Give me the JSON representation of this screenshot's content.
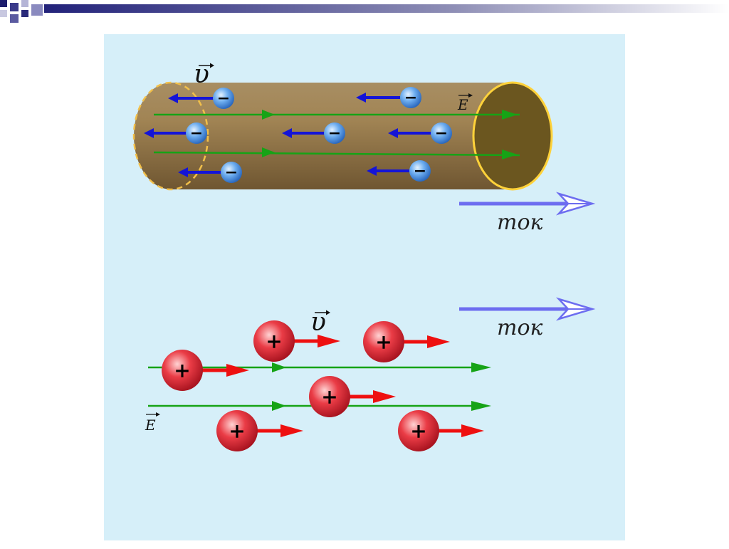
{
  "top": {
    "current_label": "ток",
    "velocity_label": "υ",
    "field_label": "E",
    "charge_sign": "−"
  },
  "bottom": {
    "current_label": "ток",
    "velocity_label": "υ",
    "field_label": "E",
    "charge_sign": "+"
  },
  "colors": {
    "panel_bg": "#d6eff9",
    "header_gradient_start": "#1e1e6e",
    "header_gradient_end": "#ffffff",
    "conductor": "#8c6d3d",
    "conductor_end": "#6b561f",
    "conductor_rim": "#ffd23a",
    "field_lines": "#16a316",
    "electron": "#3f8ce0",
    "electron_velocity": "#1414d8",
    "ion": "#e01e2e",
    "ion_velocity": "#ee1010",
    "current_arrow": "#6d6df0"
  }
}
